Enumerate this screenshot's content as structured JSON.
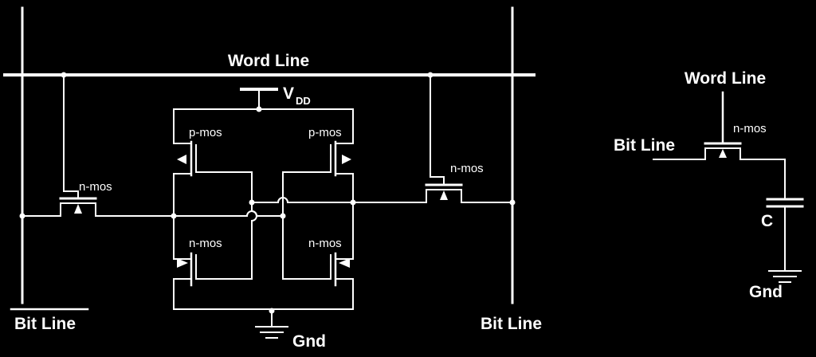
{
  "labels": {
    "word_line_sram": "Word Line",
    "vdd_main": "V",
    "vdd_sub": "DD",
    "gnd_sram": "Gnd",
    "bit_line_bar": "Bit Line",
    "bit_line_right": "Bit Line",
    "pmos_left": "p-mos",
    "pmos_right": "p-mos",
    "nmos_pull_left": "n-mos",
    "nmos_pull_right": "n-mos",
    "nmos_access_left": "n-mos",
    "nmos_access_right": "n-mos",
    "word_line_dram": "Word Line",
    "bit_line_dram": "Bit Line",
    "nmos_dram": "n-mos",
    "capacitor": "C",
    "gnd_dram": "Gnd"
  },
  "colors": {
    "background": "#000000",
    "wire": "#ffffff"
  }
}
